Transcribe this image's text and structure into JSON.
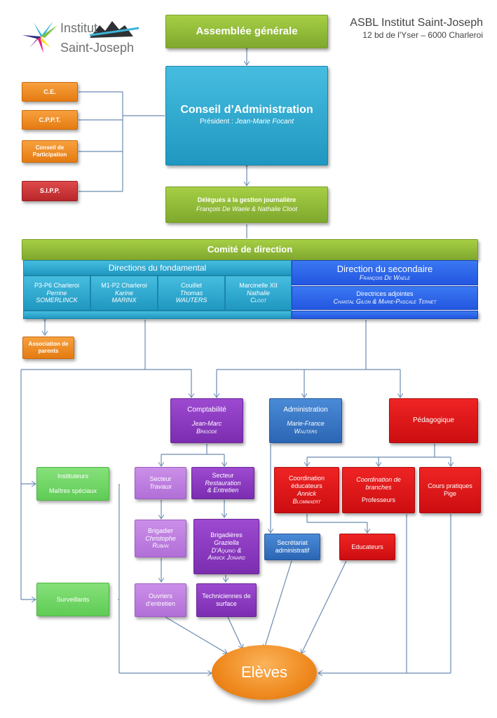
{
  "logo": {
    "line1": "Institut",
    "line2": "Saint-Joseph"
  },
  "header": {
    "org": "ASBL Institut Saint-Joseph",
    "address": "12 bd de l'Yser – 6000 Charleroi"
  },
  "assemblee": {
    "title": "Assemblée générale"
  },
  "conseil": {
    "title": "Conseil d’Administration",
    "president_label": "Président :",
    "president_name": "Jean-Marie Focant"
  },
  "side_bodies": [
    {
      "label": "C.E."
    },
    {
      "label": "C.P.P.T."
    },
    {
      "label": "Conseil de Participation"
    },
    {
      "label": "S.I.P.P."
    }
  ],
  "delegues": {
    "title": "Délégués à la gestion journalière",
    "names": "François De Waele & Nathalie Cloot"
  },
  "comite": {
    "title": "Comité de direction"
  },
  "fondamental": {
    "title": "Directions du fondamental",
    "schools": [
      {
        "site": "P3-P6 Charleroi",
        "first": "Perrine",
        "last": "SOMERLINCK"
      },
      {
        "site": "M1-P2 Charleroi",
        "first": "Karine",
        "last": "MARINX"
      },
      {
        "site": "Couillet",
        "first": "Thomas",
        "last": "WAUTERS"
      },
      {
        "site": "Marcinelle XII",
        "first": "Nathalie",
        "last": "Cloot"
      }
    ]
  },
  "secondaire": {
    "title": "Direction du secondaire",
    "director": "François De Waele",
    "adjointes_label": "Directrices adjointes",
    "adjointes_names": "Chantal Gilon & Marie-Pascale Ternet"
  },
  "parents": {
    "label": "Association de parents"
  },
  "comptabilite": {
    "title": "Comptabilité",
    "first": "Jean-Marc",
    "last": "Brigode"
  },
  "administration": {
    "title": "Administration",
    "first": "Marie-France",
    "last": "Wauters"
  },
  "pedagogique": {
    "title": "Pédagogique"
  },
  "instituteurs": {
    "line1": "Instituteurs",
    "line2": "Maîtres spéciaux"
  },
  "surveillants": {
    "label": "Surveillants"
  },
  "secteur_travaux": {
    "line1": "Secteur",
    "line2": "Travaux"
  },
  "secteur_restauration": {
    "line1": "Secteur",
    "line2": "Restauration",
    "line3": "& Entretien"
  },
  "brigadier": {
    "line1": "Brigadier",
    "line2": "Christophe",
    "line3": "Ruban"
  },
  "brigadieres": {
    "line1": "Brigadières",
    "line2": "Graziella",
    "line3": "D’Aquino &",
    "line4": "Annick Jonard"
  },
  "ouvriers": {
    "label": "Ouvriers d’entretien"
  },
  "techniciennes": {
    "label": "Techniciennes de surface"
  },
  "secretariat": {
    "label": "Secrétariat administratif"
  },
  "coord_educ": {
    "line1": "Coordination",
    "line2": "éducateurs",
    "line3": "Annick",
    "line4": "Blommaert"
  },
  "coord_branches": {
    "line1": "Coordination de branches",
    "line2": "Professeurs"
  },
  "cours_pratiques": {
    "label": "Cours pratiques Pige"
  },
  "educateurs": {
    "label": "Educateurs"
  },
  "eleves": {
    "label": "Elèves"
  },
  "colors": {
    "connector": "#6a8bb0",
    "green": "#8bbb36",
    "cyan": "#2aa7d0",
    "orange": "#ef8c22",
    "purple": "#8a38bf",
    "blue": "#3a78c6",
    "red": "#e01418",
    "secondaire": "#2e63ea"
  }
}
